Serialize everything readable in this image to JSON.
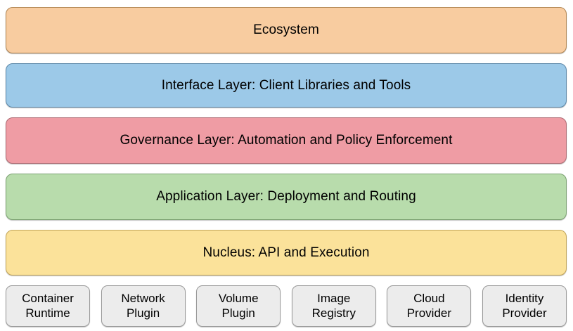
{
  "diagram": {
    "type": "layered-architecture-stack",
    "background_color": "#ffffff",
    "layers": [
      {
        "id": "ecosystem",
        "label": "Ecosystem",
        "fill_color": "#f8cca0",
        "border_color": "#b08552"
      },
      {
        "id": "interface",
        "label": "Interface Layer: Client Libraries and Tools",
        "fill_color": "#9cc9e8",
        "border_color": "#5b87a8"
      },
      {
        "id": "governance",
        "label": "Governance Layer: Automation and Policy Enforcement",
        "fill_color": "#ef9ca4",
        "border_color": "#ad6a72"
      },
      {
        "id": "application",
        "label": "Application Layer: Deployment and Routing",
        "fill_color": "#b8dcac",
        "border_color": "#7ba171"
      },
      {
        "id": "nucleus",
        "label": "Nucleus: API and Execution",
        "fill_color": "#fbe29a",
        "border_color": "#c1a458"
      }
    ],
    "plugins": {
      "fill_color": "#ececec",
      "border_color": "#9a9a9a",
      "items": [
        {
          "id": "container-runtime",
          "label": "Container\nRuntime"
        },
        {
          "id": "network-plugin",
          "label": "Network\nPlugin"
        },
        {
          "id": "volume-plugin",
          "label": "Volume\nPlugin"
        },
        {
          "id": "image-registry",
          "label": "Image\nRegistry"
        },
        {
          "id": "cloud-provider",
          "label": "Cloud\nProvider"
        },
        {
          "id": "identity-provider",
          "label": "Identity\nProvider"
        }
      ]
    }
  }
}
